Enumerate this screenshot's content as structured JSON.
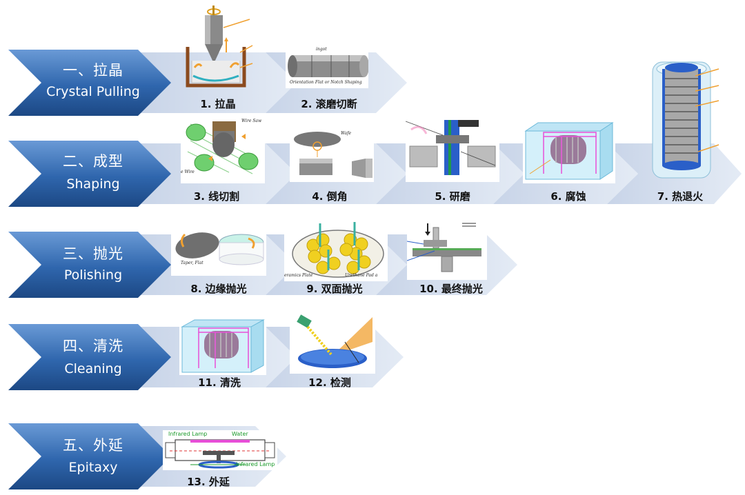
{
  "stages": [
    {
      "cn": "一、拉晶",
      "en": "Crystal Pulling"
    },
    {
      "cn": "二、成型",
      "en": "Shaping"
    },
    {
      "cn": "三、抛光",
      "en": "Polishing"
    },
    {
      "cn": "四、清洗",
      "en": "Cleaning"
    },
    {
      "cn": "五、外延",
      "en": "Epitaxy"
    }
  ],
  "steps": [
    {
      "label": "1. 拉晶"
    },
    {
      "label": "2. 滚磨切断"
    },
    {
      "label": "3. 线切割"
    },
    {
      "label": "4. 倒角"
    },
    {
      "label": "5. 研磨"
    },
    {
      "label": "6. 腐蚀"
    },
    {
      "label": "7. 热退火"
    },
    {
      "label": "8. 边缘抛光"
    },
    {
      "label": "9. 双面抛光"
    },
    {
      "label": "10. 最终抛光"
    },
    {
      "label": "11. 清洗"
    },
    {
      "label": "12. 检测"
    },
    {
      "label": "13. 外延"
    }
  ],
  "image_texts": {
    "ingot": "ingot",
    "orientation": "Orientation Flat or Notch Shaping",
    "wire_saw": "Wire Saw",
    "wire": "e Wire",
    "wafer": "Wafe",
    "taper": "Taper, Flat",
    "ceramics": "eramics Plate",
    "urethane": "Urethane Pad a",
    "infrared_top": "Infrared Lamp",
    "water": "Water",
    "infrared_bottom": "Infrared Lamp"
  },
  "colors": {
    "stage_dark": "#1f4e8c",
    "stage_light": "#5b8fd0",
    "arrow_light": "#d6e0ef",
    "arrow_white": "#ffffff",
    "accent_orange": "#f0a030",
    "accent_pink": "#e84fd8",
    "accent_blue": "#2a5fc8"
  }
}
